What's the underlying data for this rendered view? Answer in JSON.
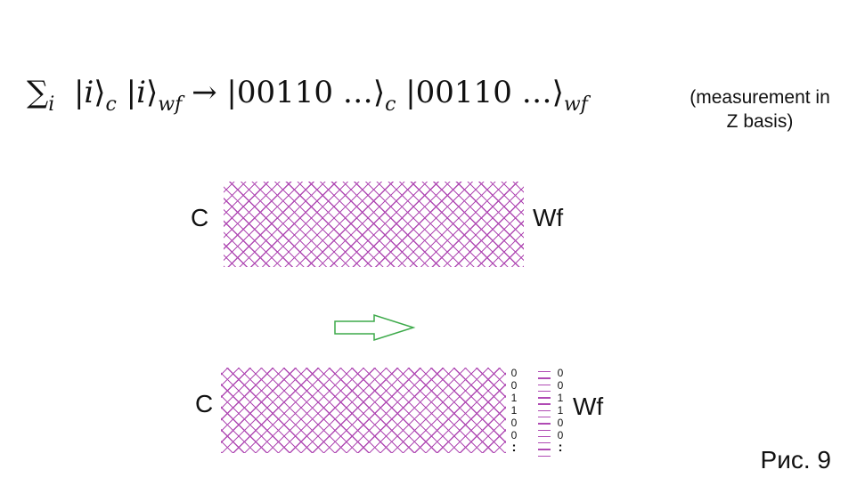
{
  "formula": {
    "sum": "∑",
    "sum_sub": "i",
    "ket1": "i",
    "ket1_sub": "c",
    "ket2": "i",
    "ket2_sub": "wf",
    "arrow": "→",
    "ket3": "00110 …",
    "ket3_sub": "c",
    "ket4": "00110 …",
    "ket4_sub": "wf"
  },
  "note": "(measurement in Z basis)",
  "top_diagram": {
    "left_label": "C",
    "right_label": "Wf"
  },
  "bottom_diagram": {
    "left_label": "C",
    "right_label": "Wf",
    "bits_left": [
      "0",
      "0",
      "1",
      "1",
      "0",
      "0",
      ":"
    ],
    "bits_right": [
      "0",
      "0",
      "1",
      "1",
      "0",
      "0",
      ":"
    ]
  },
  "colors": {
    "hatch": "#b04bb4",
    "arrow": "#3daa4a"
  },
  "caption": "Рис. 9"
}
